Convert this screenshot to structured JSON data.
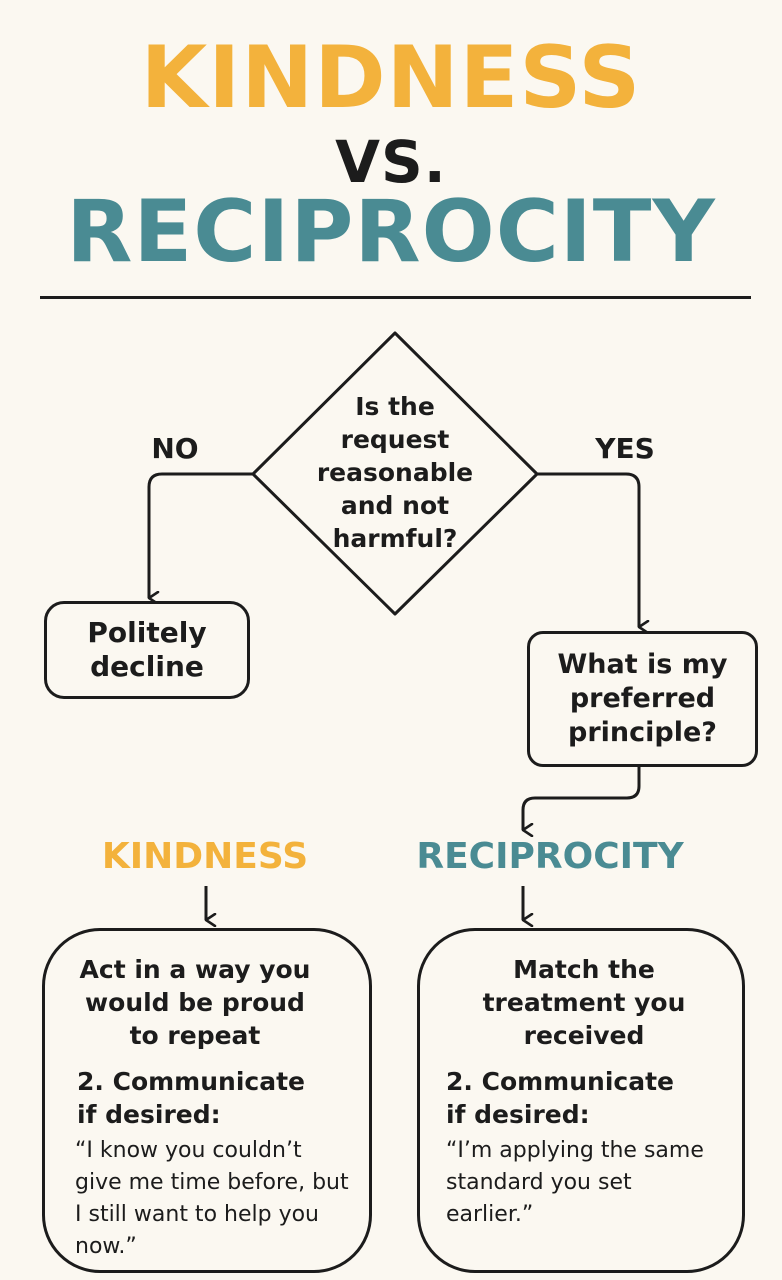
{
  "title": {
    "line1": "KINDNESS",
    "line2": "VS.",
    "line3": "RECIPROCITY"
  },
  "flow": {
    "question": "Is the request reasonable and not harmful?",
    "no_label": "NO",
    "yes_label": "YES",
    "decline": "Politely decline",
    "principle": "What is my preferred principle?"
  },
  "kindness": {
    "heading": "KINDNESS",
    "step1": "Act in a way you would be proud to repeat",
    "step2": "2. Communicate if desired:",
    "quote": "“I know you couldn’t give me time before, but I still want to help you now.”"
  },
  "reciprocity": {
    "heading": "RECIPROCITY",
    "step1": "Match the treatment you received",
    "step2": "2. Communicate if desired:",
    "quote": "“I’m applying the same standard you set earlier.”"
  },
  "colors": {
    "kindness": "#f3b23c",
    "reciprocity": "#4a8b93",
    "ink": "#1c1c1c",
    "background": "#fbf8f1"
  }
}
